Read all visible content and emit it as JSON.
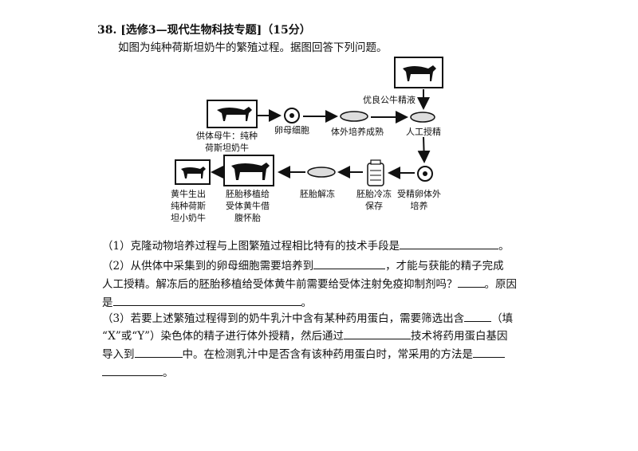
{
  "title": "38. [选修3—现代生物科技专题]（15分）",
  "intro": "如图为纯种荷斯坦奶牛的繁殖过程。据图回答下列问题。",
  "diagram": {
    "donor_cow": [
      "供体母牛：纯种",
      "荷斯坦奶牛"
    ],
    "egg_cell": "卵母细胞",
    "in_vitro_maturation": "体外培养成熟",
    "bull_semen": "优良公牛精液",
    "artificial_insemination": "人工授精",
    "fertilized_egg_culture": [
      "受精卵体外",
      "培养"
    ],
    "embryo_freezing": [
      "胚胎冷冻",
      "保存"
    ],
    "embryo_thawing": "胚胎解冻",
    "embryo_transfer": [
      "胚胎移植给",
      "受体黄牛借",
      "腹怀胎"
    ],
    "calf_birth": [
      "黄牛生出",
      "纯种荷斯",
      "坦小奶牛"
    ]
  },
  "questions": {
    "q1_text": "（1）克隆动物培养过程与上图繁殖过程相比特有的技术手段是",
    "q1_end": "。",
    "q2_part1": "（2）从供体中采集到的卵母细胞需要培养到",
    "q2_part2": "，才能与获能的精子完成",
    "q2_line2a": "人工授精。解冻后的胚胎移植给受体黄牛前需要给受体注射免疫抑制剂吗？",
    "q2_line2b": "。原因",
    "q2_line3a": "是",
    "q2_line3b": "。",
    "q3_part1": "（3）若要上述繁殖过程得到的奶牛乳汁中含有某种药用蛋白，需要筛选出含",
    "q3_part2": "（填",
    "q3_line2a": "“X”或“Y”）染色体的精子进行体外授精，然后通过",
    "q3_line2b": "技术将药用蛋白基因",
    "q3_line3a": "导入到",
    "q3_line3b": "中。在检测乳汁中是否含有该种药用蛋白时，常采用的方法是",
    "q3_line4b": "。"
  }
}
